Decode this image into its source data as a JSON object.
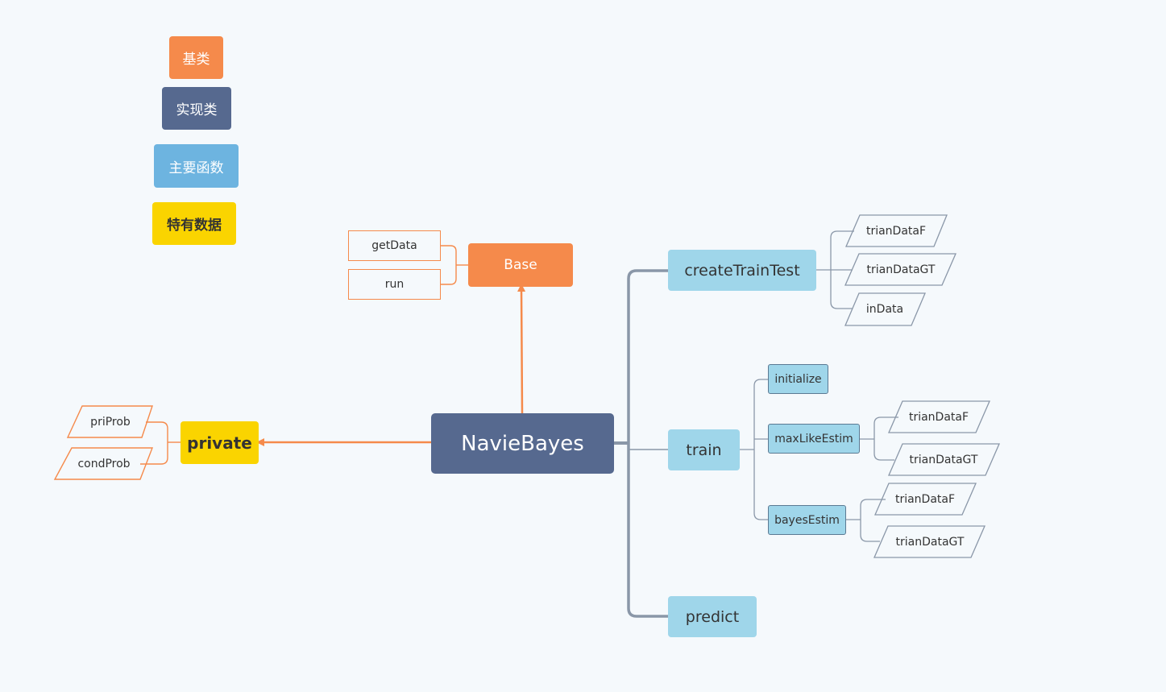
{
  "legend": {
    "base_class": "基类",
    "impl_class": "实现类",
    "main_function": "主要函数",
    "special_data": "特有数据"
  },
  "root": {
    "label": "NavieBayes"
  },
  "base": {
    "label": "Base",
    "methods": [
      "getData",
      "run"
    ]
  },
  "private": {
    "label": "private",
    "data": [
      "priProb",
      "condProb"
    ]
  },
  "functions": {
    "create_train_test": {
      "label": "createTrainTest",
      "data": [
        "trianDataF",
        "trianDataGT",
        "inData"
      ]
    },
    "train": {
      "label": "train",
      "subs": {
        "initialize": {
          "label": "initialize"
        },
        "max_like_estim": {
          "label": "maxLikeEstim",
          "data": [
            "trianDataF",
            "trianDataGT"
          ]
        },
        "bayes_estim": {
          "label": "bayesEstim",
          "data": [
            "trianDataF",
            "trianDataGT"
          ]
        }
      }
    },
    "predict": {
      "label": "predict"
    }
  },
  "colors": {
    "background": "#f5f9fc",
    "base_class": "#f58a4b",
    "impl_class": "#56698f",
    "main_function": "#6db4e0",
    "function_node": "#9fd6ea",
    "special_data": "#fad400",
    "connector_gray": "#8a97a8"
  }
}
